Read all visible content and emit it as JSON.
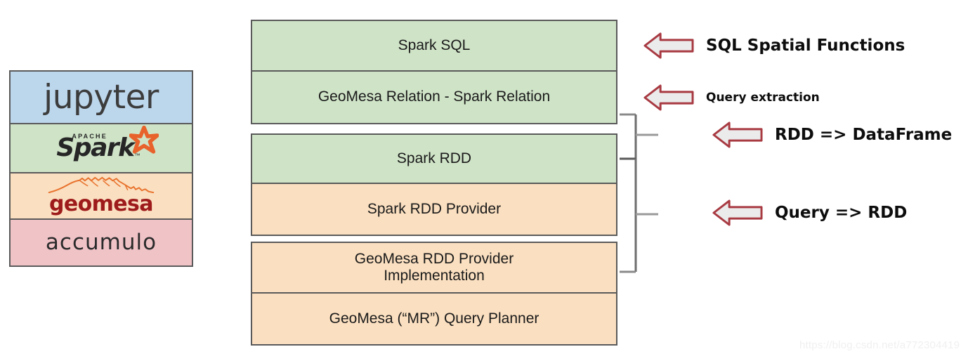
{
  "colors": {
    "green_fill": "#cfe3c7",
    "orange_fill": "#fadfc0",
    "blue_fill": "#bcd6ec",
    "pink_fill": "#f0c3c7",
    "box_border": "#5a5a5a",
    "arrow_border": "#a83a42",
    "arrow_fill": "#ebebeb",
    "geomesa_red": "#9e1b1b",
    "spark_orange": "#e8622c",
    "watermark": "#f0f0f0"
  },
  "left_stack": {
    "bands": [
      {
        "name": "jupyter",
        "label": "jupyter",
        "color": "#bcd6ec"
      },
      {
        "name": "spark",
        "label": "Spark",
        "superlabel": "APACHE",
        "tm": "™",
        "color": "#cfe3c7"
      },
      {
        "name": "geomesa",
        "label": "geomesa",
        "color": "#fadfc0"
      },
      {
        "name": "accumulo",
        "label": "accumulo",
        "color": "#f0c3c7"
      }
    ]
  },
  "layer_groups": [
    {
      "name": "sql-group",
      "boxes": [
        {
          "label": "Spark SQL",
          "fill": "green"
        },
        {
          "label": "GeoMesa Relation - Spark Relation",
          "fill": "green"
        }
      ]
    },
    {
      "name": "rdd-group",
      "boxes": [
        {
          "label": "Spark RDD",
          "fill": "green"
        },
        {
          "label": "Spark RDD Provider",
          "fill": "orange"
        }
      ]
    },
    {
      "name": "geomesa-group",
      "boxes": [
        {
          "label": "GeoMesa RDD Provider\nImplementation",
          "fill": "orange"
        },
        {
          "label": "GeoMesa (“MR”) Query Planner",
          "fill": "orange"
        }
      ]
    }
  ],
  "annotations": [
    {
      "name": "sql-spatial-functions",
      "label": "SQL Spatial Functions"
    },
    {
      "name": "query-extraction",
      "label": "Query extraction"
    },
    {
      "name": "rdd-to-dataframe",
      "label": "RDD => DataFrame"
    },
    {
      "name": "query-to-rdd",
      "label": "Query => RDD"
    }
  ],
  "watermark": {
    "text": "https://blog.csdn.net/a772304419"
  }
}
